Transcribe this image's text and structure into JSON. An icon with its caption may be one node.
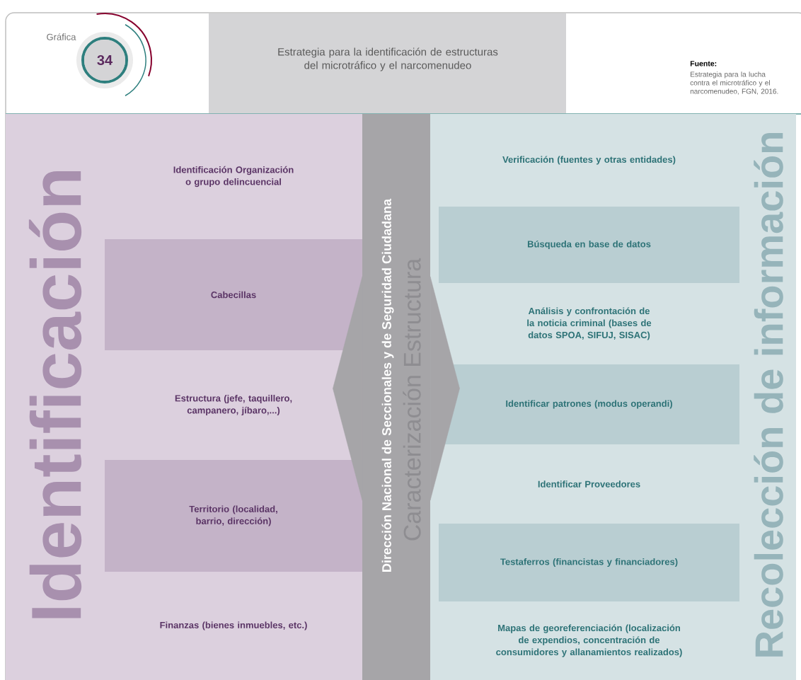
{
  "diagram": {
    "title": "Estrategia para la identificación de estructuras del microtráfico y el narcomenudeo",
    "nodes": [
      {
        "text": [
          "Identificación"
        ]
      },
      {
        "text": [
          "Identificación Organización o grupo delincuencial"
        ],
        "in": 0
      },
      {
        "text": [
          "Cabecillas"
        ],
        "in": 0
      },
      {
        "text": [
          "Estructura (jefe, taquillero, campanero, jíbaro,...)"
        ],
        "in": 0
      },
      {
        "text": [
          "Territorio (localidad, barrio, dirección)"
        ],
        "in": 0
      },
      {
        "text": [
          "Finanzas (bienes inmuebles, etc.)"
        ],
        "in": 0
      },
      {
        "text": [
          "Dirección Nacional de Seccionales y de Seguridad Ciudadana",
          "Caracterización Estructura"
        ]
      },
      {
        "text": [
          "Recolección de información"
        ]
      },
      {
        "text": [
          "Verificación (fuentes y otras entidades)"
        ],
        "in": 7
      },
      {
        "text": [
          "Búsqueda en base de datos"
        ],
        "in": 7
      },
      {
        "text": [
          "Análisis y confrontación de la noticia criminal (bases de datos SPOA, SIFUJ, SISAC)"
        ],
        "in": 7
      },
      {
        "text": [
          "Identificar patrones (modus operandi)"
        ],
        "in": 7
      },
      {
        "text": [
          "Identificar Proveedores"
        ],
        "in": 7
      },
      {
        "text": [
          "Testaferros (financistas y financiadores)"
        ],
        "in": 7
      },
      {
        "text": [
          "Mapas de georeferenciación (localización de expendios, concentración de consumidores y allanamientos realizados)"
        ],
        "in": 7
      }
    ],
    "edges": [
      {
        "from": 6,
        "to": 0,
        "arrow": "to"
      },
      {
        "from": 6,
        "to": 7,
        "arrow": "to"
      }
    ],
    "labels": [
      "Gráfica",
      "34",
      "Fuente:",
      "Estrategia para la lucha contra el microtráfico y el narcomenudeo, FGN, 2016."
    ]
  }
}
